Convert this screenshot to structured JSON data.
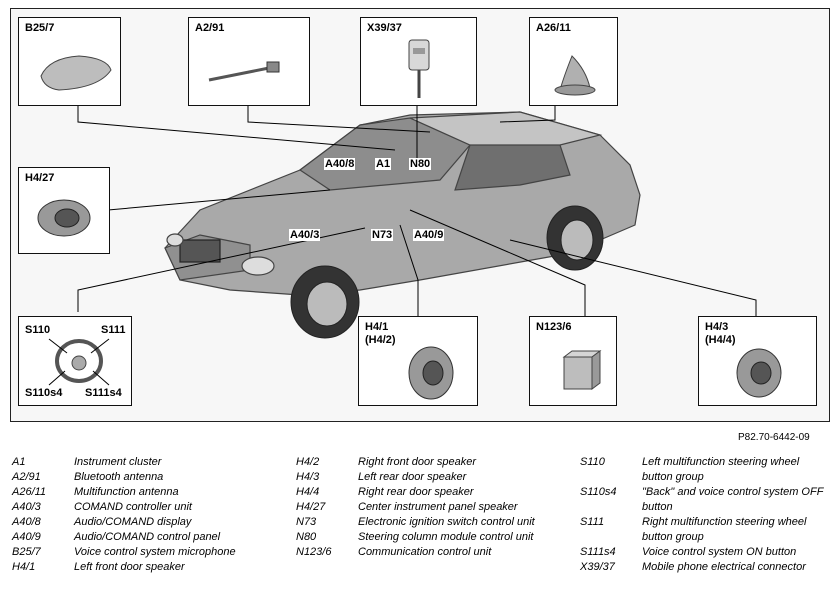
{
  "figure_ref": "P82.70-6442-09",
  "component_boxes": {
    "b25_7": "B25/7",
    "a2_91": "A2/91",
    "x39_37": "X39/37",
    "a26_11": "A26/11",
    "h4_27": "H4/27",
    "s_box": {
      "tl": "S110",
      "tr": "S111",
      "bl": "S110s4",
      "br": "S111s4"
    },
    "h4_1": "H4/1\n(H4/2)",
    "n123_6": "N123/6",
    "h4_3": "H4/3\n(H4/4)"
  },
  "callouts": {
    "a40_8": "A40/8",
    "a1": "A1",
    "n80": "N80",
    "a40_3": "A40/3",
    "n73": "N73",
    "a40_9": "A40/9"
  },
  "legend": {
    "col1": [
      {
        "code": "A1",
        "desc": "Instrument cluster"
      },
      {
        "code": "A2/91",
        "desc": "Bluetooth antenna"
      },
      {
        "code": "A26/11",
        "desc": "Multifunction antenna"
      },
      {
        "code": "A40/3",
        "desc": "COMAND controller unit"
      },
      {
        "code": "A40/8",
        "desc": "Audio/COMAND display"
      },
      {
        "code": "A40/9",
        "desc": "Audio/COMAND control panel"
      },
      {
        "code": "B25/7",
        "desc": "Voice control system microphone"
      },
      {
        "code": "H4/1",
        "desc": "Left front door speaker"
      }
    ],
    "col2": [
      {
        "code": "H4/2",
        "desc": "Right front door speaker"
      },
      {
        "code": "H4/3",
        "desc": "Left rear door speaker"
      },
      {
        "code": "H4/4",
        "desc": "Right rear door speaker"
      },
      {
        "code": "H4/27",
        "desc": "Center instrument panel speaker"
      },
      {
        "code": "N73",
        "desc": "Electronic ignition switch control unit"
      },
      {
        "code": "N80",
        "desc": "Steering column module control unit"
      },
      {
        "code": "N123/6",
        "desc": "Communication control unit"
      }
    ],
    "col3": [
      {
        "code": "S110",
        "desc": "Left multifunction steering wheel button group"
      },
      {
        "code": "S110s4",
        "desc": "\"Back\" and voice control system OFF button"
      },
      {
        "code": "S111",
        "desc": "Right multifunction steering wheel button group"
      },
      {
        "code": "S111s4",
        "desc": "Voice control system ON button"
      },
      {
        "code": "X39/37",
        "desc": "Mobile phone electrical connector"
      }
    ]
  }
}
